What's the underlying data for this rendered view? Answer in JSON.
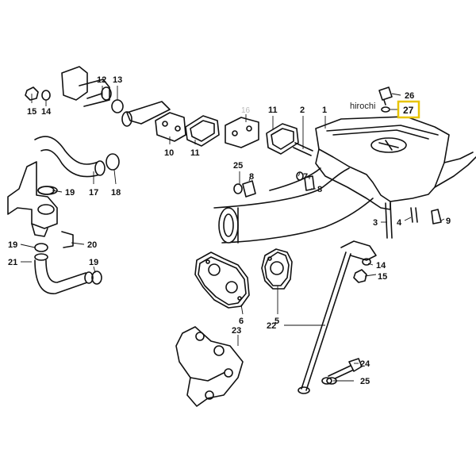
{
  "watermark": "hirochi",
  "highlight": {
    "label": "27",
    "color": "#e8c400"
  },
  "part_numbers": {
    "p1": "1",
    "p2": "2",
    "p3": "3",
    "p4": "4",
    "p5": "5",
    "p6": "6",
    "p7": "7",
    "p8a": "8",
    "p8b": "8",
    "p9": "9",
    "p10": "10",
    "p11a": "11",
    "p11b": "11",
    "p12": "12",
    "p13": "13",
    "p14a": "14",
    "p14b": "14",
    "p15a": "15",
    "p15b": "15",
    "p16": "16",
    "p17": "17",
    "p18": "18",
    "p19a": "19",
    "p19b": "19",
    "p19c": "19",
    "p20": "20",
    "p21": "21",
    "p22": "22",
    "p23": "23",
    "p24": "24",
    "p25a": "25",
    "p25b": "25",
    "p26": "26"
  }
}
